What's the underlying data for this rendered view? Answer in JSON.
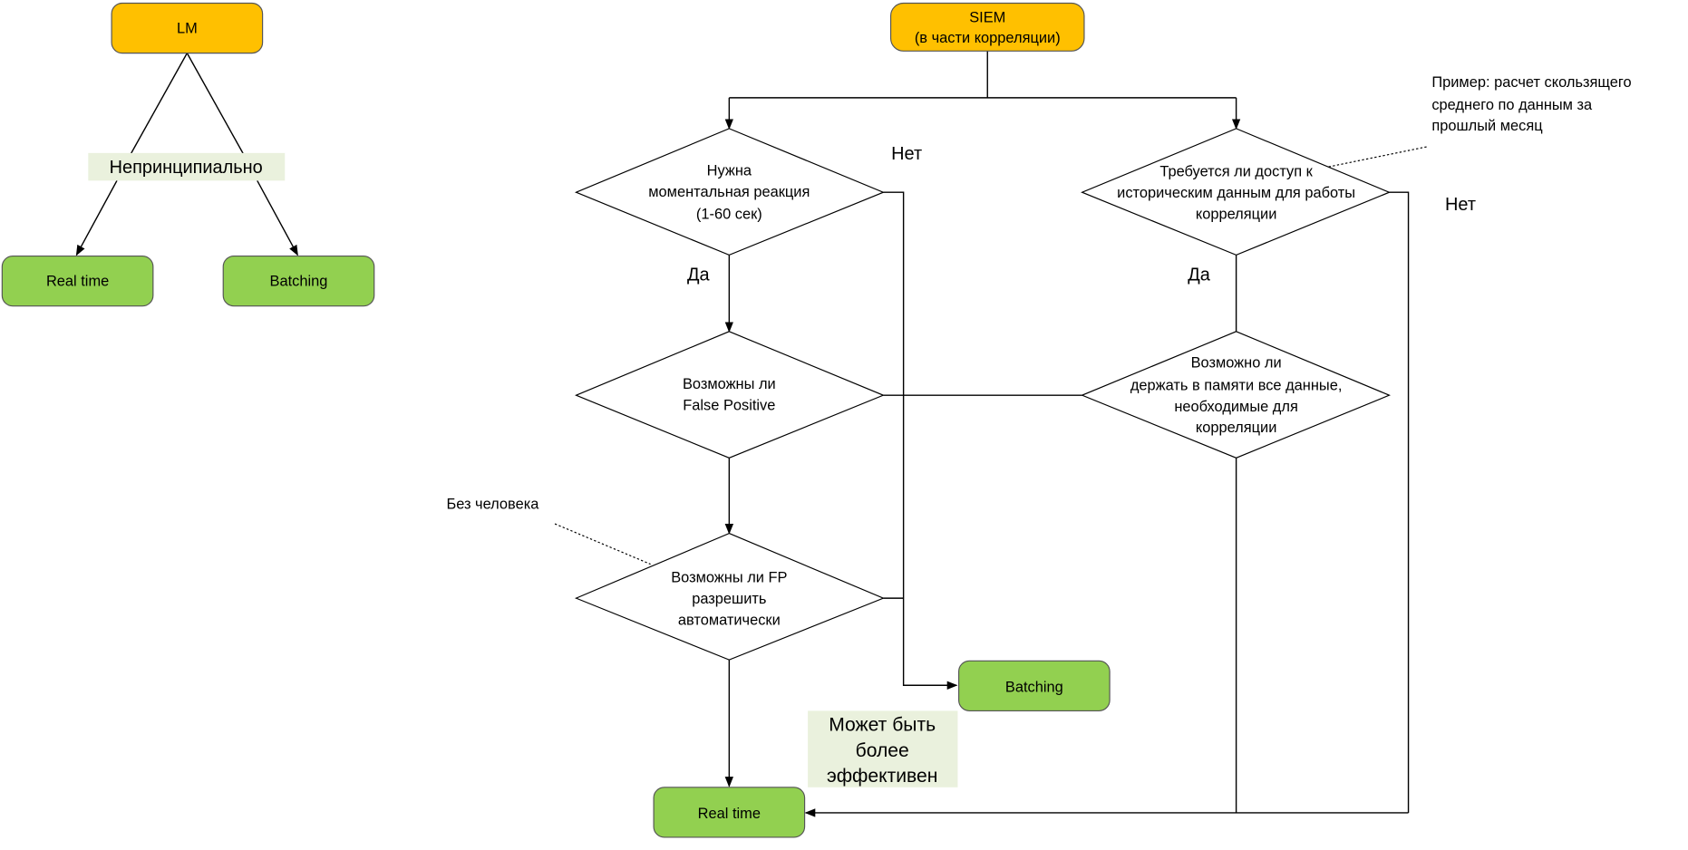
{
  "left_tree": {
    "root": "LM",
    "edge_label": "Непринципиально",
    "leaf_left": "Real time",
    "leaf_right": "Batching"
  },
  "siem": {
    "root_line1": "SIEM",
    "root_line2": "(в части корреляции)",
    "d1": [
      "Нужна",
      "моментальная реакция",
      "(1-60 сек)"
    ],
    "d2": [
      "Возможны ли",
      "False Positive"
    ],
    "d3": [
      "Возможны ли FP",
      "разрешить",
      "автоматически"
    ],
    "d4": [
      "Требуется ли доступ к",
      "историческим данным для работы",
      "корреляции"
    ],
    "d5": [
      "Возможно ли",
      "держать в памяти все данные,",
      "необходимые для",
      "корреляции"
    ],
    "yes1": "Да",
    "no1": "Нет",
    "yes2": "Да",
    "no2": "Нет",
    "batching": "Batching",
    "realtime": "Real time",
    "note_efficient": [
      "Может быть",
      "более",
      "эффективен"
    ],
    "note_human": "Без человека",
    "note_example": [
      "Пример: расчет скользящего",
      "среднего по данным за",
      "прошлый месяц"
    ]
  },
  "colors": {
    "orange": "#ffc000",
    "green": "#92d050",
    "label_bg": "#eaf1dd"
  }
}
